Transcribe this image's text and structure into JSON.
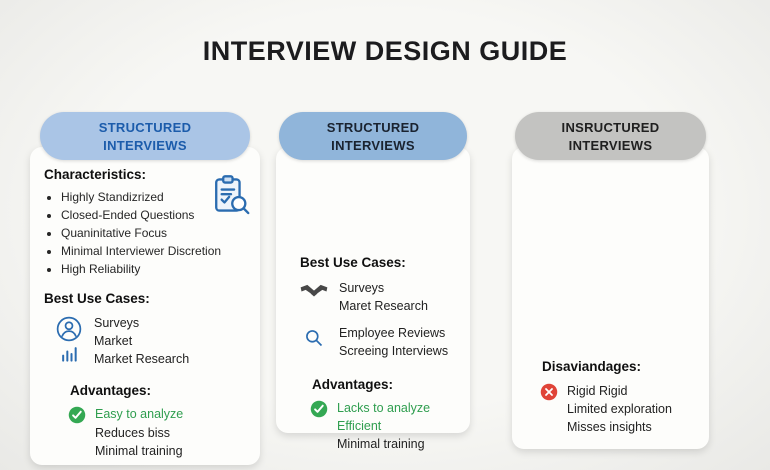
{
  "title": "INTERVIEW DESIGN GUIDE",
  "colors": {
    "header1_bg": "#aac5e6",
    "header1_text": "#1c5cab",
    "header2_bg": "#90b5da",
    "header2_text": "#1a2330",
    "header3_bg": "#c3c3c1",
    "header3_text": "#202020",
    "positive_green": "#2f9e4f",
    "negative_red": "#e04438",
    "icon_blue": "#2b6cb0"
  },
  "columns": [
    {
      "header_line1": "STRUCTURED",
      "header_line2": "INTERVIEWS",
      "characteristics": {
        "label": "Characteristics:",
        "items": [
          "Highly Standizrized",
          "Closed-Ended Questions",
          "Quaninitative Focus",
          "Minimal Interviewer Discretion",
          "High Reliability"
        ]
      },
      "use_cases": {
        "label": "Best Use Cases:",
        "items": [
          "Surveys",
          "Market",
          "Market Research"
        ]
      },
      "advantages": {
        "label": "Advantages:",
        "items": [
          "Easy to analyze",
          "Reduces biss",
          "Minimal training"
        ]
      }
    },
    {
      "header_line1": "STRUCTURED",
      "header_line2": "INTERVIEWS",
      "use_cases": {
        "label": "Best Use Cases:",
        "items": [
          "Surveys",
          "Maret Research",
          "Employee Reviews",
          "Screeing Interviews"
        ]
      },
      "advantages": {
        "label": "Advantages:",
        "items": [
          "Lacks to analyze",
          "Efficient",
          "Minimal training"
        ]
      }
    },
    {
      "header_line1": "INSRUCTURED",
      "header_line2": "INTERVIEWS",
      "disadvantages": {
        "label": "Disaviandages:",
        "items": [
          "Rigid Rigid",
          "Limited exploration",
          "Misses insights"
        ]
      }
    }
  ]
}
